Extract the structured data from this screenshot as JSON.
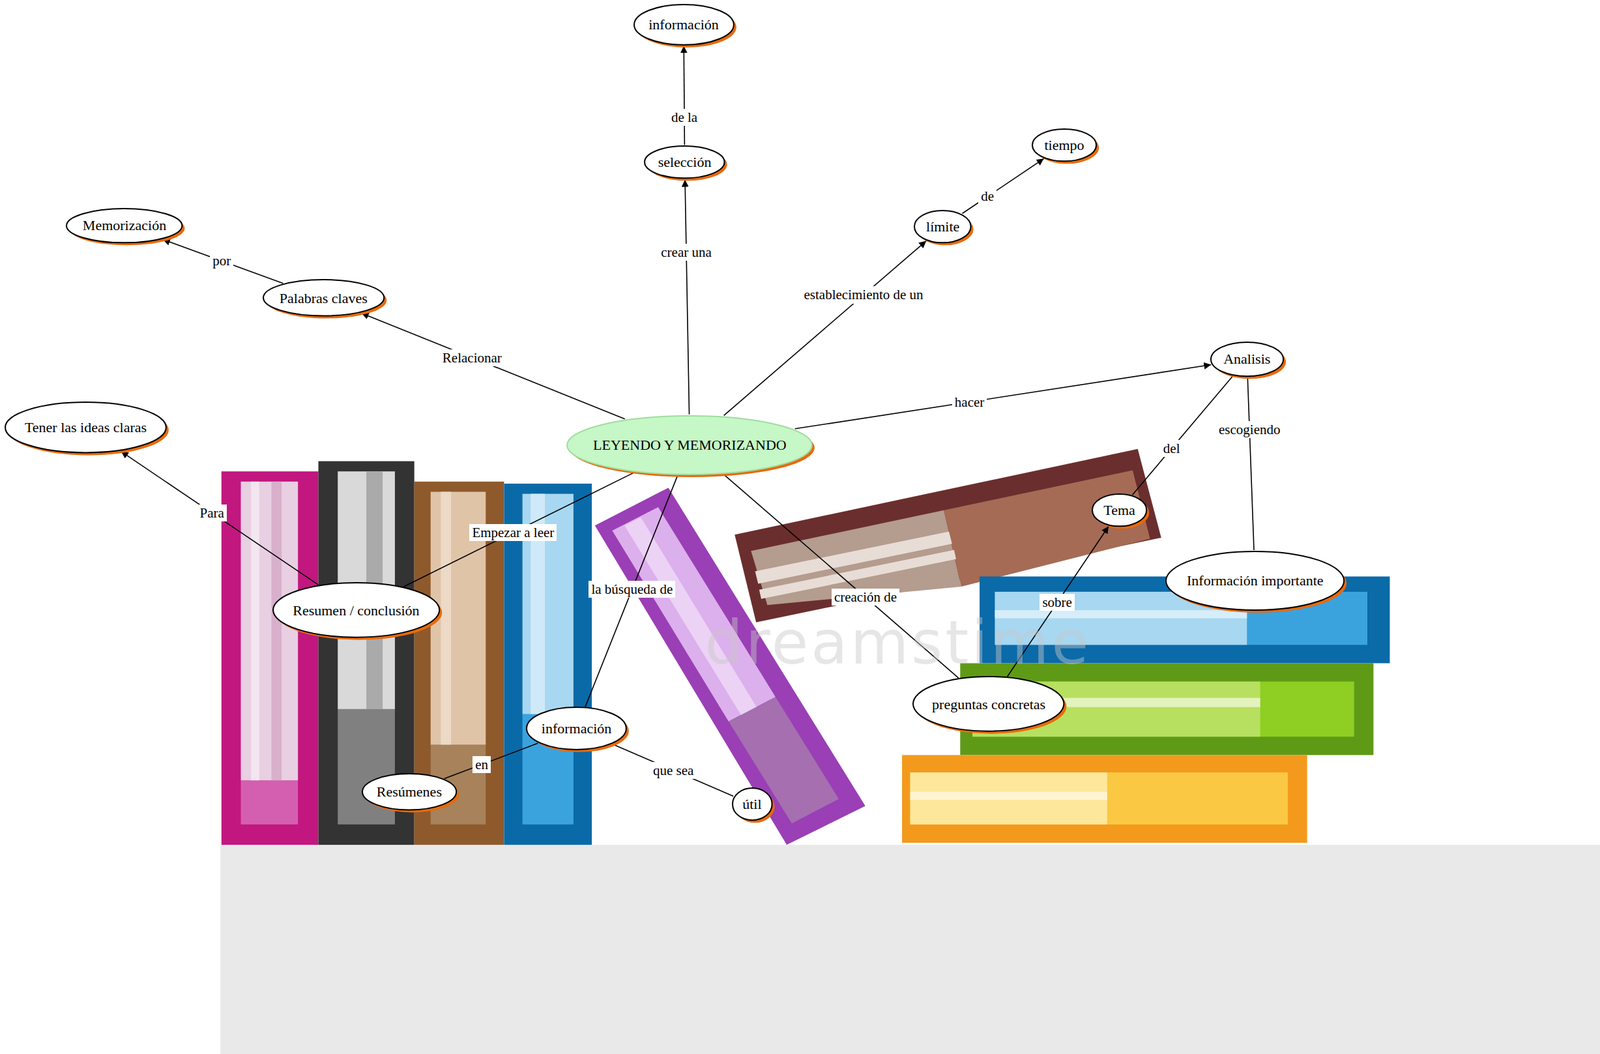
{
  "diagram": {
    "nodes": [
      {
        "text": [
          "LEYENDO Y MEMORIZANDO"
        ]
      },
      {
        "text": [
          "información"
        ]
      },
      {
        "text": [
          "selección"
        ]
      },
      {
        "text": [
          "límite"
        ]
      },
      {
        "text": [
          "tiempo"
        ]
      },
      {
        "text": [
          "Memorización"
        ]
      },
      {
        "text": [
          "Palabras claves"
        ]
      },
      {
        "text": [
          "Analisis"
        ]
      },
      {
        "text": [
          "Tema"
        ]
      },
      {
        "text": [
          "Información importante"
        ]
      },
      {
        "text": [
          "Tener las ideas claras"
        ]
      },
      {
        "text": [
          "Resumen / conclusión"
        ]
      },
      {
        "text": [
          "preguntas concretas"
        ]
      },
      {
        "text": [
          "información"
        ]
      },
      {
        "text": [
          "Resúmenes"
        ]
      },
      {
        "text": [
          "útil"
        ]
      }
    ],
    "edges": [
      {
        "from": 0,
        "to": 2,
        "label": "crear una",
        "arrow": "to"
      },
      {
        "from": 2,
        "to": 1,
        "label": "de la",
        "arrow": "to"
      },
      {
        "from": 0,
        "to": 3,
        "label": "establecimiento de un",
        "arrow": "to"
      },
      {
        "from": 3,
        "to": 4,
        "label": "de",
        "arrow": "to"
      },
      {
        "from": 0,
        "to": 6,
        "label": "Relacionar",
        "arrow": "to"
      },
      {
        "from": 6,
        "to": 5,
        "label": "por",
        "arrow": "to"
      },
      {
        "from": 0,
        "to": 7,
        "label": "hacer",
        "arrow": "to"
      },
      {
        "from": 7,
        "to": 8,
        "label": "del",
        "arrow": "none"
      },
      {
        "from": 7,
        "to": 9,
        "label": "escogiendo",
        "arrow": "none"
      },
      {
        "from": 0,
        "to": 11,
        "label": "Empezar a leer",
        "arrow": "none"
      },
      {
        "from": 11,
        "to": 10,
        "label": "Para",
        "arrow": "to"
      },
      {
        "from": 0,
        "to": 13,
        "label": "la búsqueda de",
        "arrow": "none"
      },
      {
        "from": 13,
        "to": 14,
        "label": "en",
        "arrow": "none"
      },
      {
        "from": 13,
        "to": 15,
        "label": "que sea",
        "arrow": "none"
      },
      {
        "from": 0,
        "to": 12,
        "label": "creación de",
        "arrow": "none"
      },
      {
        "from": 12,
        "to": 8,
        "label": "sobre",
        "arrow": "to"
      }
    ],
    "labels": [
      "dreamstime"
    ]
  }
}
